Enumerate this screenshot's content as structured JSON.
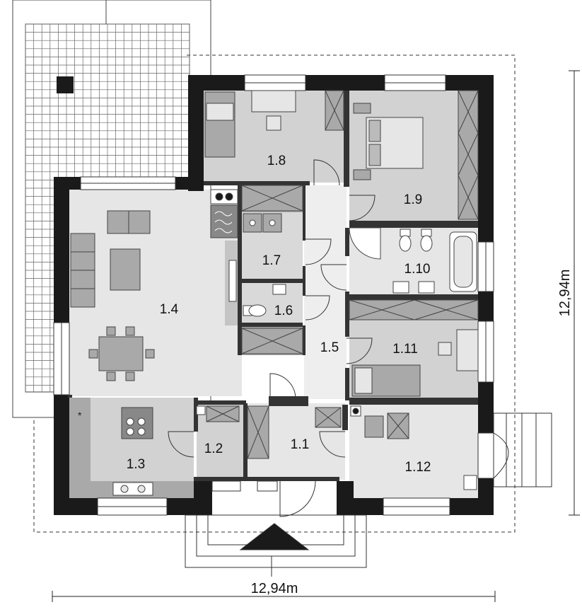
{
  "plan": {
    "rooms": [
      {
        "id": "1.1",
        "label": "1.1"
      },
      {
        "id": "1.2",
        "label": "1.2"
      },
      {
        "id": "1.3",
        "label": "1.3"
      },
      {
        "id": "1.4",
        "label": "1.4"
      },
      {
        "id": "1.5",
        "label": "1.5"
      },
      {
        "id": "1.6",
        "label": "1.6"
      },
      {
        "id": "1.7",
        "label": "1.7"
      },
      {
        "id": "1.8",
        "label": "1.8"
      },
      {
        "id": "1.9",
        "label": "1.9"
      },
      {
        "id": "1.10",
        "label": "1.10"
      },
      {
        "id": "1.11",
        "label": "1.11"
      },
      {
        "id": "1.12",
        "label": "1.12"
      }
    ],
    "dimensions": {
      "width_label": "12,94m",
      "height_label": "12,94m"
    },
    "symbols": {
      "fridge_marker": "*"
    },
    "colors": {
      "wall": "#1a1a1a",
      "floor_light": "#e8e8e8",
      "floor_mid": "#d2d2d2",
      "floor_dark": "#a9a9a9",
      "furniture": "#8c8c8c",
      "outline": "#555555"
    }
  }
}
